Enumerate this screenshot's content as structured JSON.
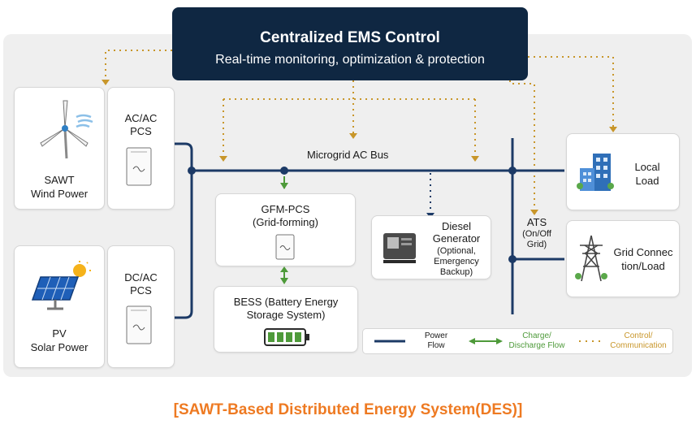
{
  "ems": {
    "title": "Centralized EMS Control",
    "subtitle": "Real-time monitoring, optimization & protection"
  },
  "wind": {
    "line1": "SAWT",
    "line2": "Wind Power"
  },
  "acac": {
    "line1": "AC/AC",
    "line2": "PCS"
  },
  "pv": {
    "line1": "PV",
    "line2": "Solar Power"
  },
  "dcac": {
    "line1": "DC/AC",
    "line2": "PCS"
  },
  "bus": {
    "label": "Microgrid AC Bus"
  },
  "gfm": {
    "line1": "GFM-PCS",
    "line2": "(Grid-forming)"
  },
  "bess": {
    "line1": "BESS (Battery Energy",
    "line2": "Storage System)"
  },
  "diesel": {
    "line1": "Diesel",
    "line2": "Generator",
    "line3": "(Optional,",
    "line4": "Emergency",
    "line5": "Backup)"
  },
  "ats": {
    "line1": "ATS",
    "line2": "(On/Off",
    "line3": "Grid)"
  },
  "local_load": {
    "line1": "Local",
    "line2": "Load"
  },
  "grid": {
    "line1": "Grid Connec",
    "line2": "tion/Load"
  },
  "legend": {
    "power_1": "Power",
    "power_2": "Flow",
    "charge_1": "Charge/",
    "charge_2": "Discharge Flow",
    "control_1": "Control/",
    "control_2": "Communication"
  },
  "footer": {
    "title": "[SAWT-Based Distributed Energy System(DES)]"
  },
  "colors": {
    "navy": "#0f2742",
    "bus_line": "#1c3a66",
    "charge_green": "#4e9a3a",
    "control_gold": "#c8962a",
    "footer_orange": "#ee7a22"
  }
}
